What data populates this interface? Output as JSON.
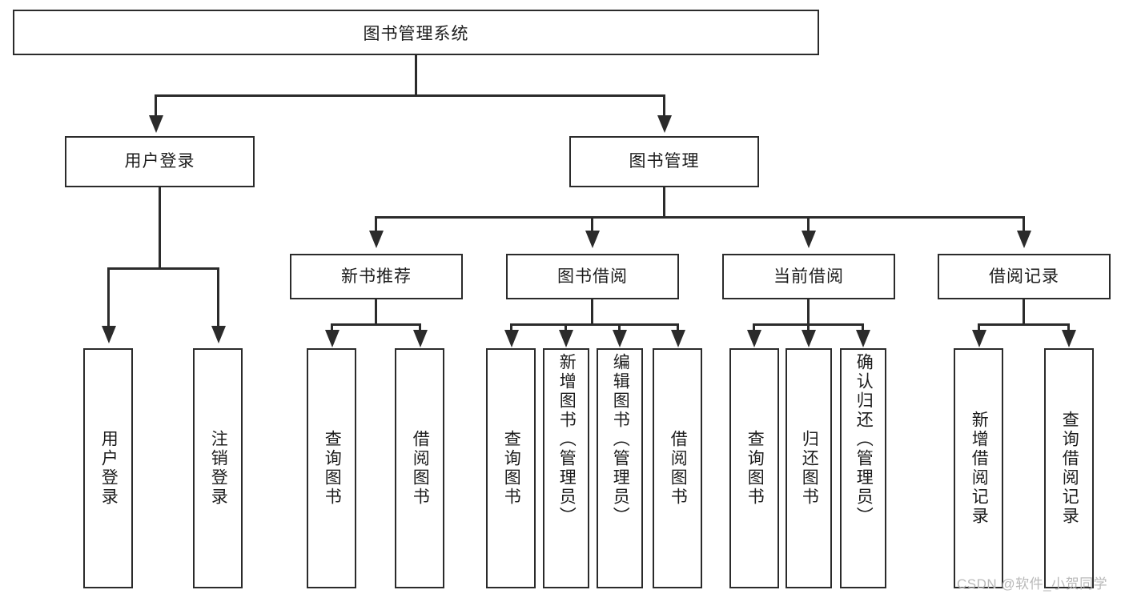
{
  "diagram": {
    "title": "图书管理系统",
    "type": "tree",
    "root": {
      "label": "图书管理系统"
    },
    "level2": [
      {
        "label": "用户登录"
      },
      {
        "label": "图书管理"
      }
    ],
    "level3": [
      {
        "label": "新书推荐"
      },
      {
        "label": "图书借阅"
      },
      {
        "label": "当前借阅"
      },
      {
        "label": "借阅记录"
      }
    ],
    "leaves": {
      "user_login": [
        {
          "label": "用户登录"
        },
        {
          "label": "注销登录"
        }
      ],
      "new_book_recommend": [
        {
          "label": "查询图书"
        },
        {
          "label": "借阅图书"
        }
      ],
      "book_borrow": [
        {
          "label": "查询图书"
        },
        {
          "label": "新增图书（管理员）"
        },
        {
          "label": "编辑图书（管理员）"
        },
        {
          "label": "借阅图书"
        }
      ],
      "current_borrow": [
        {
          "label": "查询图书"
        },
        {
          "label": "归还图书"
        },
        {
          "label": "确认归还（管理员）"
        }
      ],
      "borrow_record": [
        {
          "label": "新增借阅记录"
        },
        {
          "label": "查询借阅记录"
        }
      ]
    }
  },
  "watermark": {
    "text": "CSDN @软件_小贺同学"
  },
  "colors": {
    "stroke": "#2b2b2b",
    "background": "#ffffff",
    "text": "#1c1c1c",
    "watermark": "#b9b9b9"
  }
}
